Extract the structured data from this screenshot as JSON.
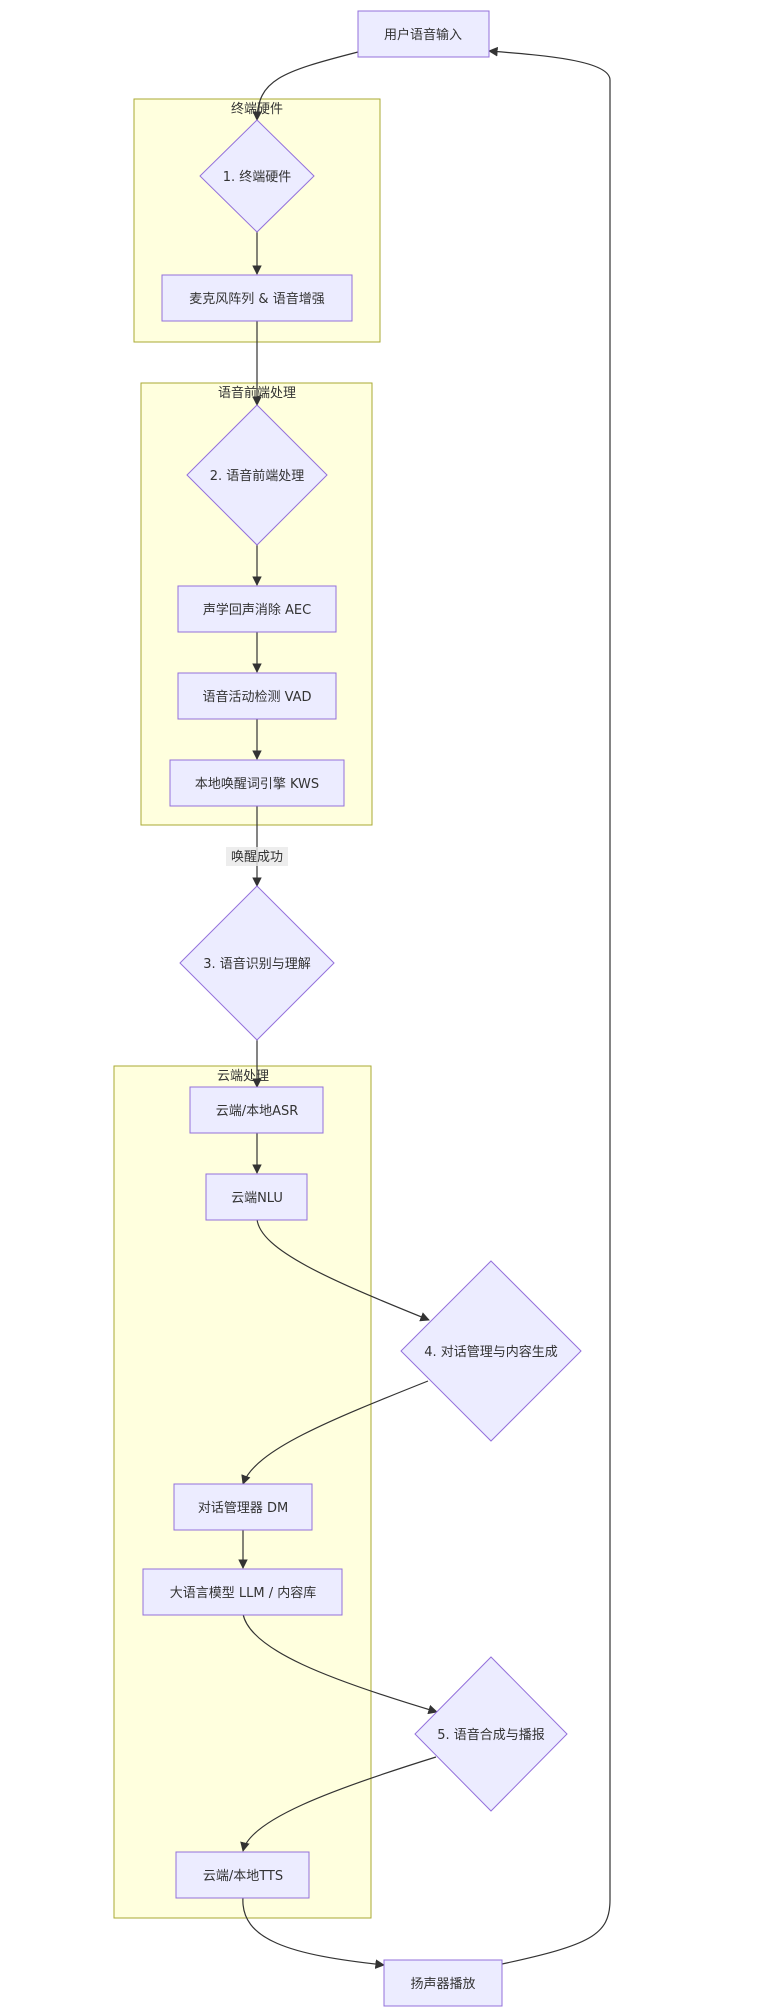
{
  "clusters": {
    "hardware": "终端硬件",
    "frontend": "语音前端处理",
    "cloud": "云端处理"
  },
  "nodes": {
    "user_input": "用户语音输入",
    "d1": "1. 终端硬件",
    "mic": "麦克风阵列 & 语音增强",
    "d2": "2. 语音前端处理",
    "aec": "声学回声消除 AEC",
    "vad": "语音活动检测 VAD",
    "kws": "本地唤醒词引擎 KWS",
    "d3": "3. 语音识别与理解",
    "asr": "云端/本地ASR",
    "nlu": "云端NLU",
    "d4": "4. 对话管理与内容生成",
    "dm": "对话管理器 DM",
    "llm": "大语言模型 LLM / 内容库",
    "d5": "5. 语音合成与播报",
    "tts": "云端/本地TTS",
    "speaker": "扬声器播放"
  },
  "edge_labels": {
    "wake": "唤醒成功"
  }
}
